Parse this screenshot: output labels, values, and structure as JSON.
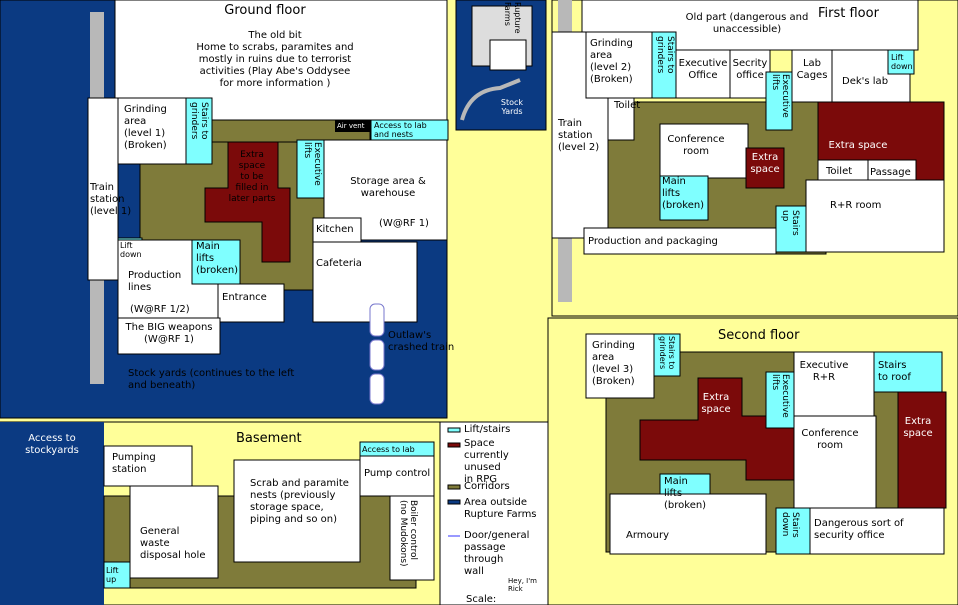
{
  "colors": {
    "background": "#FFFF99",
    "outside": "#0B3A82",
    "corridor": "#7F7B3A",
    "unused": "#7B0A0A",
    "lift": "#7FFFFF",
    "room": "#FFFFFF",
    "rail": "#B8B8B8",
    "border": "#000000"
  },
  "ground": {
    "title": "Ground floor",
    "old_bit": "The old bit\nHome to scrabs, paramites and\nmostly in ruins due to terrorist\nactivities (Play Abe's Oddysee\nfor more information )",
    "train_station": "Train\nstation\n(level 1)",
    "grinding": "Grinding\narea\n(level 1)\n(Broken)",
    "stairs_grinders": "Stairs to\ngrinders",
    "extra_space": "Extra\nspace\nto be\nfilled in\nlater parts",
    "executive_lifts": "Executive\nlifts",
    "air_vent": "Air vent",
    "access_lab": "Access to lab\nand nests",
    "storage": "Storage area\n& warehouse",
    "storage_code": "(W@RF 1)",
    "kitchen": "Kitchen",
    "cafeteria": "Cafeteria",
    "lift_down": "Lift\ndown",
    "main_lifts": "Main\nlifts\n(broken)",
    "production": "Production\nlines",
    "production_code": "(W@RF 1/2)",
    "entrance": "Entrance",
    "big_weapons": "The BIG weapons\n(W@RF 1)",
    "stock_yards": "Stock yards (continues to the left\nand beneath)",
    "outlaw_train": "Outlaw's\ncrashed train"
  },
  "inset": {
    "rupture_farms": "Rupture\nFarms",
    "stock_yards": "Stock\nYards"
  },
  "first": {
    "title": "First floor",
    "old_part": "Old part (dangerous and\nunaccessible)",
    "grinding": "Grinding\narea\n(level 2)\n(Broken)",
    "stairs_grinders": "Stairs to\ngrinders",
    "executive_office": "Executive\nOffice",
    "security_office": "Secrity\noffice",
    "lab_cages": "Lab\nCages",
    "deks_lab": "Dek's lab",
    "lift_down": "Lift\ndown",
    "toilet_left": "Toilet",
    "train_station": "Train\nstation\n(level 2)",
    "executive_lifts": "Executive\nlifts",
    "conference": "Conference\nroom",
    "extra_space_small": "Extra\nspace",
    "extra_space": "Extra space",
    "toilet_right": "Toilet",
    "passage": "Passage",
    "main_lifts": "Main\nlifts\n(broken)",
    "rr_room": "R+R room",
    "stairs_up": "Stairs\nup",
    "production": "Production and packaging"
  },
  "second": {
    "title": "Second floor",
    "grinding": "Grinding\narea\n(level 3)\n(Broken)",
    "stairs_grinders": "Stairs to\ngrinders",
    "extra_space_left": "Extra\nspace",
    "executive_lifts": "Executive\nlifts",
    "executive_rr": "Executive\nR+R",
    "stairs_roof": "Stairs\nto roof",
    "extra_space_right": "Extra\nspace",
    "conference": "Conference\nroom",
    "main_lifts": "Main\nlifts\n(broken)",
    "armoury": "Armoury",
    "stairs_down": "Stairs\ndown",
    "security_office": "Dangerous sort of\nsecurity office"
  },
  "basement": {
    "title": "Basement",
    "access_stockyards": "Access to\nstockyards",
    "pumping": "Pumping\nstation",
    "disposal": "General\nwaste\ndisposal hole",
    "lift_up": "Lift\nup",
    "nests": "Scrab and paramite\nnests (previously\nstorage space,\npiping and so on)",
    "access_lab": "Access to lab",
    "pump_control": "Pump control",
    "boiler": "Boiler control\n(no Mudokons)"
  },
  "legend": {
    "lift": "Lift/stairs",
    "unused": "Space\ncurrently unused\nin RPG",
    "corridors": "Corridors",
    "outside": "Area outside\nRupture Farms",
    "door": "Door/general\npassage through\nwall",
    "scale": "Scale:",
    "signature": "Hey, I'm\nRick"
  }
}
